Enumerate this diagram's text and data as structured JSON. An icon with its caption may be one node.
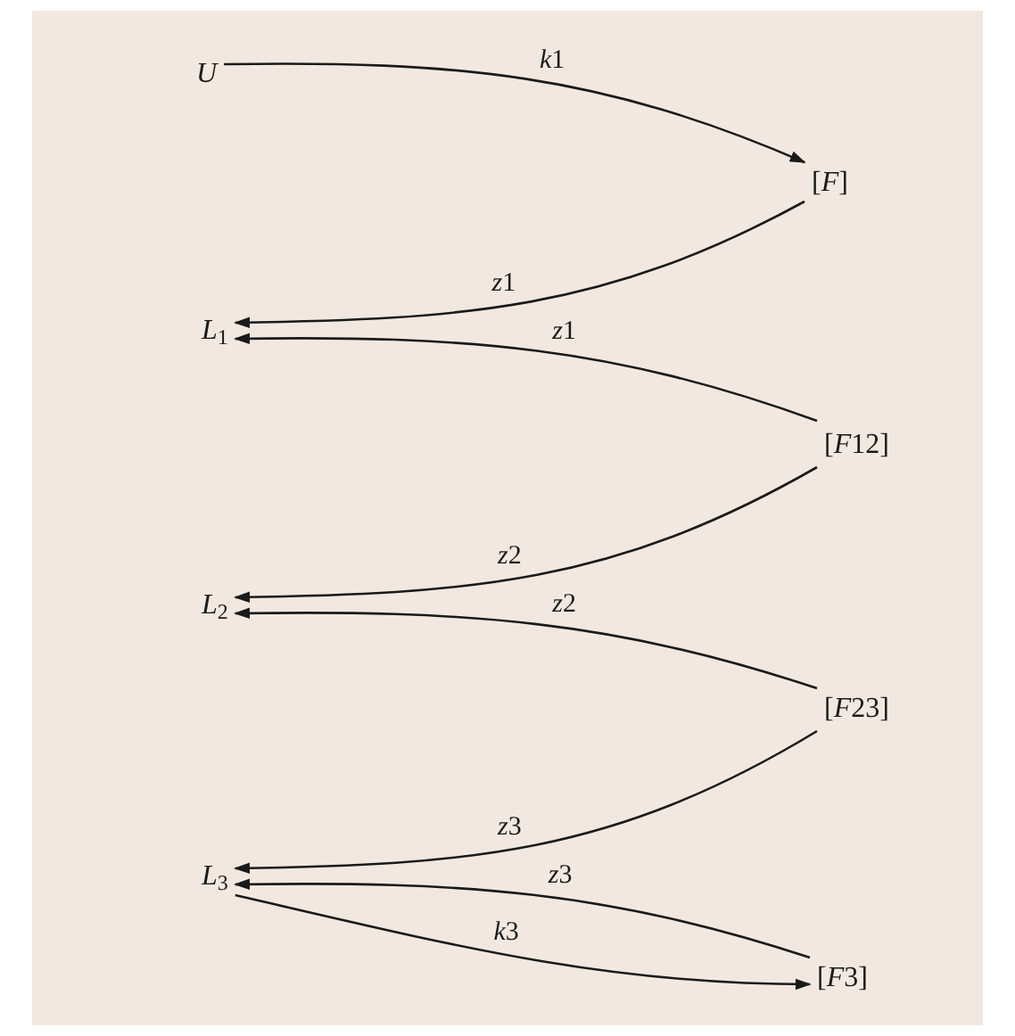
{
  "diagram": {
    "nodes": [
      {
        "text": [
          "U"
        ]
      },
      {
        "text": [
          "[F]"
        ]
      },
      {
        "text": [
          "*L*$_{1}$"
        ]
      },
      {
        "text": [
          "[F12]"
        ]
      },
      {
        "text": [
          "*L*$_{2}$"
        ]
      },
      {
        "text": [
          "[F23]"
        ]
      },
      {
        "text": [
          "*L*$_{3}$"
        ]
      },
      {
        "text": [
          "[F3]"
        ]
      }
    ],
    "edges": [
      {
        "from": 0,
        "to": 1,
        "arrow": "to",
        "label": "k1"
      },
      {
        "from": 1,
        "to": 2,
        "arrow": "to",
        "label": "z1"
      },
      {
        "from": 3,
        "to": 2,
        "arrow": "to",
        "label": "z1"
      },
      {
        "from": 3,
        "to": 4,
        "arrow": "to",
        "label": "z2"
      },
      {
        "from": 5,
        "to": 4,
        "arrow": "to",
        "label": "z2"
      },
      {
        "from": 5,
        "to": 6,
        "arrow": "to",
        "label": "z3"
      },
      {
        "from": 7,
        "to": 6,
        "arrow": "to",
        "label": "z3"
      },
      {
        "from": 6,
        "to": 7,
        "arrow": "to",
        "label": "k3"
      }
    ]
  }
}
